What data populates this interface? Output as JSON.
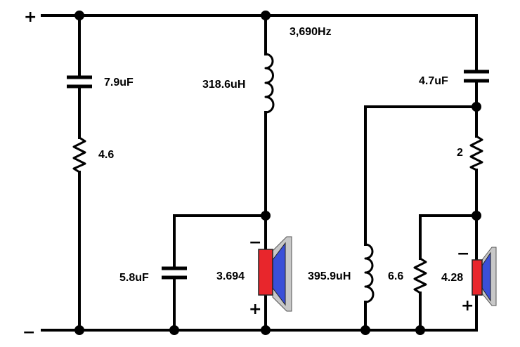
{
  "rails": {
    "positive": "+",
    "negative": "−"
  },
  "labels": {
    "crossover_frequency": "3,690Hz",
    "c_series_left": "7.9uF",
    "r_series_left": "4.6",
    "l_woofer_series": "318.6uH",
    "c_woofer_shunt": "5.8uF",
    "woofer_impedance": "3.694",
    "c_tweeter_series": "4.7uF",
    "r_tweeter_series": "2",
    "l_tweeter_shunt": "395.9uH",
    "r_tweeter_shunt": "6.6",
    "tweeter_impedance": "4.28"
  },
  "speakers": {
    "woofer": {
      "minus": "−",
      "plus": "+"
    },
    "tweeter": {
      "minus": "−",
      "plus": "+"
    }
  },
  "colors": {
    "wire": "#000000",
    "speaker_magnet": "#e8262c",
    "speaker_cone": "#3a4fd8",
    "speaker_frame": "#c8c8c8"
  }
}
